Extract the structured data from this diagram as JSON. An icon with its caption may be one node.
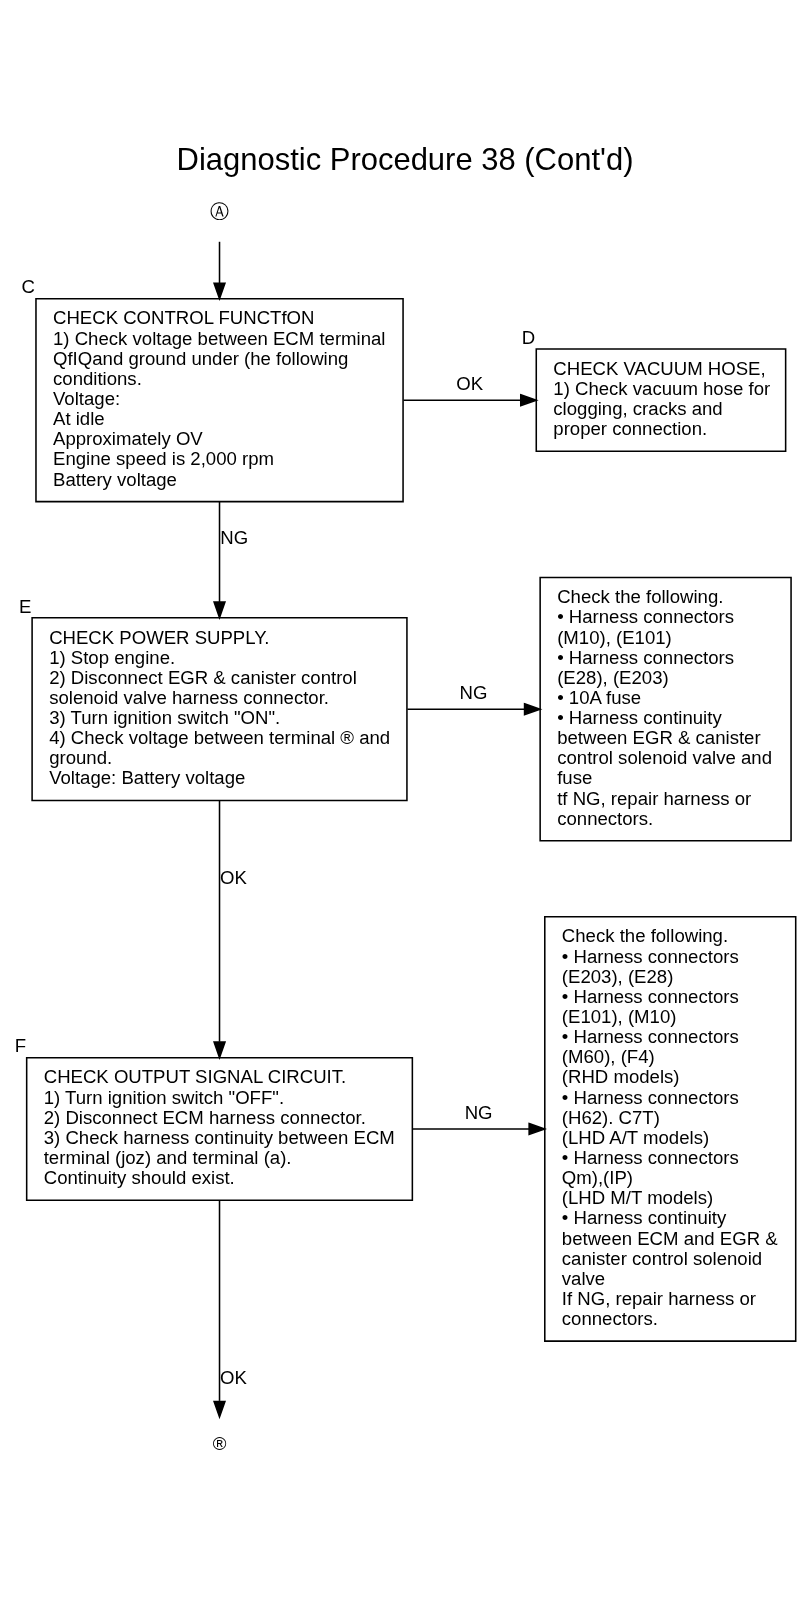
{
  "diagram": {
    "title": "Diagnostic Procedure 38 (Cont'd)",
    "nodes": [
      {
        "text": [
          "Ⓐ"
        ]
      },
      {
        "text": [
          "CHECK CONTROL FUNCTfON",
          "1) Check voltage between ECM terminal QfIQand ground under (he following conditions.",
          "Voltage:",
          "At idle",
          "Approximately OV",
          "Engine speed is 2,000 rpm",
          "Battery voltage"
        ],
        "beside": [
          "C"
        ]
      },
      {
        "text": [
          "CHECK VACUUM HOSE,",
          "1) Check vacuum hose for clogging, cracks and proper connection."
        ],
        "beside": [
          "D"
        ]
      },
      {
        "text": [
          "CHECK POWER SUPPLY.",
          "1) Stop engine.",
          "2) Disconnect EGR & canister control solenoid valve harness connector.",
          "3) Turn ignition switch \"ON\".",
          "4) Check voltage between terminal ® and ground.",
          "Voltage: Battery voltage"
        ],
        "beside": [
          "E"
        ]
      },
      {
        "text": [
          "Check the following.",
          "• Harness connectors (M10), (E101)",
          "• Harness connectors (E28), (E203)",
          "• 10A fuse",
          "• Harness continuity between EGR & canister control solenoid valve and fuse",
          "tf NG, repair harness or connectors."
        ]
      },
      {
        "text": [
          "CHECK OUTPUT SIGNAL CIRCUIT.",
          "1) Turn ignition switch \"OFF\".",
          "2) Disconnect ECM harness connector.",
          "3) Check harness continuity between ECM terminal (joz) and terminal (a).",
          "Continuity should exist."
        ],
        "beside": [
          "F"
        ]
      },
      {
        "text": [
          "Check the following.",
          "• Harness connectors (E203), (E28)",
          "• Harness connectors (E101), (M10)",
          "• Harness connectors (M60), (F4)",
          "(RHD models)",
          "• Harness connectors (H62). C7T)",
          "(LHD A/T models)",
          "• Harness connectors Qm),(IP)",
          "(LHD M/T models)",
          "• Harness continuity between ECM and EGR & canister control solenoid valve",
          "If NG, repair harness or connectors."
        ]
      },
      {
        "text": [
          "®"
        ]
      }
    ],
    "edges": [
      {
        "from": 0,
        "to": 1,
        "arrow": "to"
      },
      {
        "from": 1,
        "to": 2,
        "arrow": "to",
        "label": "OK"
      },
      {
        "from": 1,
        "to": 3,
        "arrow": "to",
        "label": "NG"
      },
      {
        "from": 3,
        "to": 4,
        "arrow": "to",
        "label": "NG"
      },
      {
        "from": 3,
        "to": 5,
        "arrow": "to",
        "label": "OK"
      },
      {
        "from": 5,
        "to": 6,
        "arrow": "to",
        "label": "NG"
      },
      {
        "from": 5,
        "to": 7,
        "arrow": "to",
        "label": "OK"
      }
    ]
  }
}
